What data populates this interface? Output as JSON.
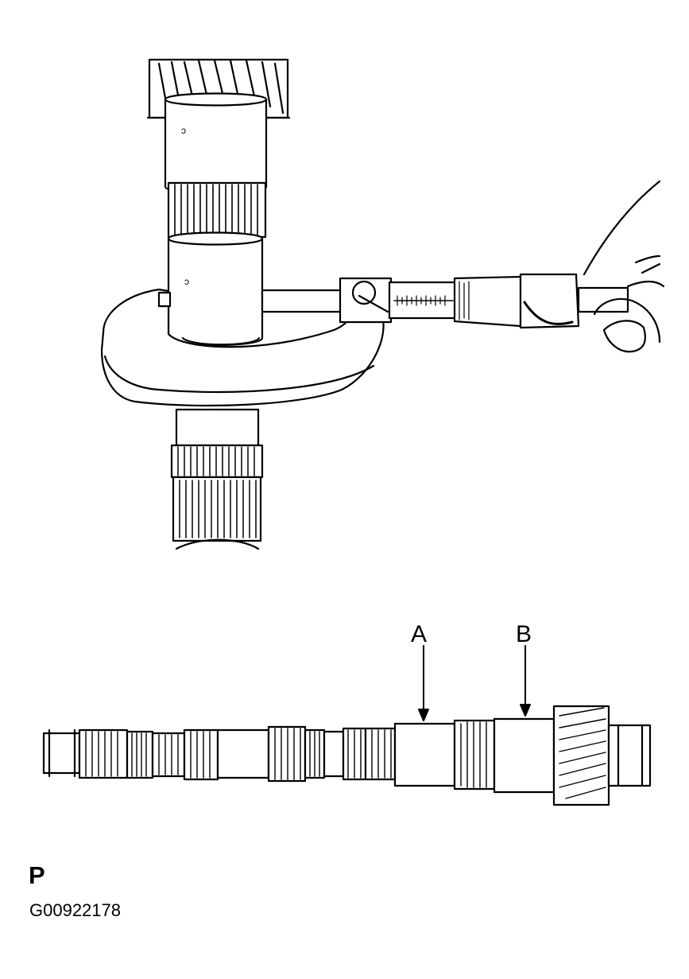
{
  "callouts": {
    "a": "A",
    "b": "B"
  },
  "view_letter": "P",
  "figure_id": "G00922178"
}
